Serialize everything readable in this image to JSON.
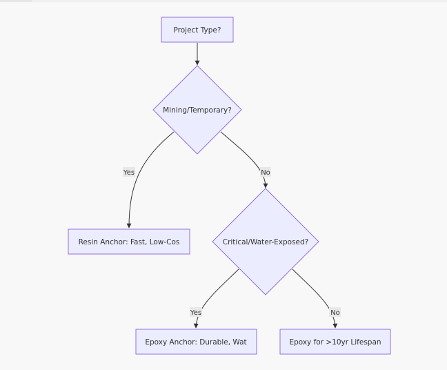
{
  "diagram": {
    "nodes": {
      "project_type": "Project Type?",
      "mining_temporary": "Mining/Temporary?",
      "resin_anchor": "Resin Anchor: Fast, Low-Cos",
      "critical_water": "Critical/Water-Exposed?",
      "epoxy_anchor": "Epoxy Anchor: Durable, Wat",
      "epoxy_lifespan": "Epoxy for >10yr Lifespan"
    },
    "edges": {
      "mining_yes": "Yes",
      "mining_no": "No",
      "critical_yes": "Yes",
      "critical_no": "No"
    },
    "colors": {
      "node_fill": "#ececff",
      "node_stroke": "#9370db",
      "edge": "#333333",
      "label_bg": "#e8e8e8"
    }
  }
}
